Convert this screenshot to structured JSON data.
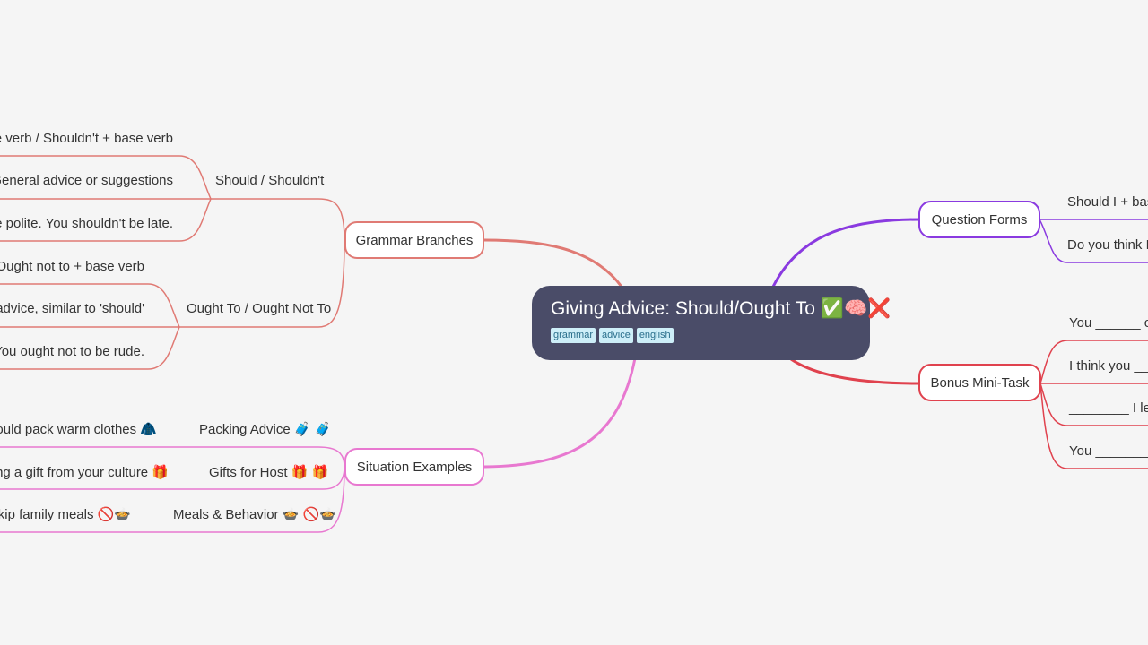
{
  "root": {
    "title": "Giving Advice: Should/Ought To ✅🧠❌",
    "tags": [
      "grammar",
      "advice",
      "english"
    ]
  },
  "colors": {
    "grammar": "#e07a74",
    "situations": "#e878d0",
    "question": "#8a3ae0",
    "bonus": "#e0424e",
    "root_bg": "#4a4c68"
  },
  "branches": {
    "grammar": {
      "label": "Grammar Branches",
      "should": {
        "label": "Should / Shouldn't",
        "leaves": [
          "base verb / Shouldn't + base verb",
          "se: General advice or suggestions",
          "d be polite. You shouldn't be late."
        ]
      },
      "ought": {
        "label": "Ought To / Ought Not To",
        "leaves": [
          "o / Ought not to + base verb",
          "al advice, similar to 'should'",
          "t. You ought not to be rude."
        ]
      }
    },
    "situations": {
      "label": "Situation Examples",
      "items": [
        {
          "label": "Packing Advice 🧳 🧳",
          "leaf": "should pack warm clothes 🧥"
        },
        {
          "label": "Gifts for Host 🎁 🎁",
          "leaf": "oring a gift from your culture 🎁"
        },
        {
          "label": "Meals & Behavior 🍲 🚫🍲",
          "leaf": "t skip family meals 🚫🍲"
        }
      ]
    },
    "question": {
      "label": "Question Forms",
      "leaves": [
        "Should I + base",
        "Do you think I s"
      ]
    },
    "bonus": {
      "label": "Bonus Mini-Task",
      "leaves": [
        "You ______ cal",
        "I think you ___",
        "________ I lear",
        "You _______ be"
      ]
    }
  }
}
